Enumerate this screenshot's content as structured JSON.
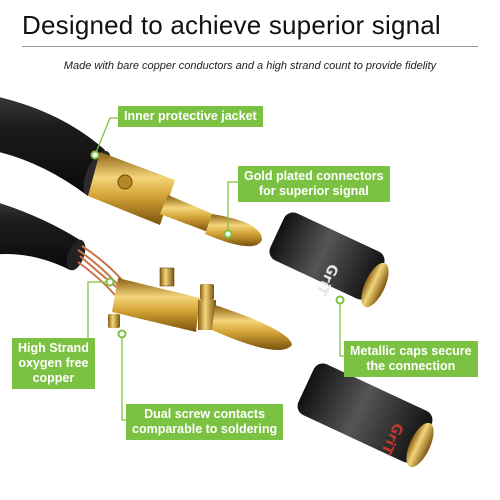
{
  "heading": "Designed to achieve superior signal",
  "subheading": "Made with bare copper conductors and a high strand count to provide fidelity",
  "callouts": {
    "inner_jacket": "Inner protective jacket",
    "gold_line1": "Gold plated connectors",
    "gold_line2": "for superior signal",
    "strand_line1": "High Strand",
    "strand_line2": "oxygen free",
    "strand_line3": "copper",
    "caps_line1": "Metallic caps secure",
    "caps_line2": "the connection",
    "screw_line1": "Dual screw contacts",
    "screw_line2": "comparable to soldering"
  },
  "cap_brand": "GriT",
  "colors": {
    "accent_green": "#7cc242",
    "cable_black": "#1c1c1c",
    "gold": "#d4a537",
    "copper": "#c8734a"
  }
}
